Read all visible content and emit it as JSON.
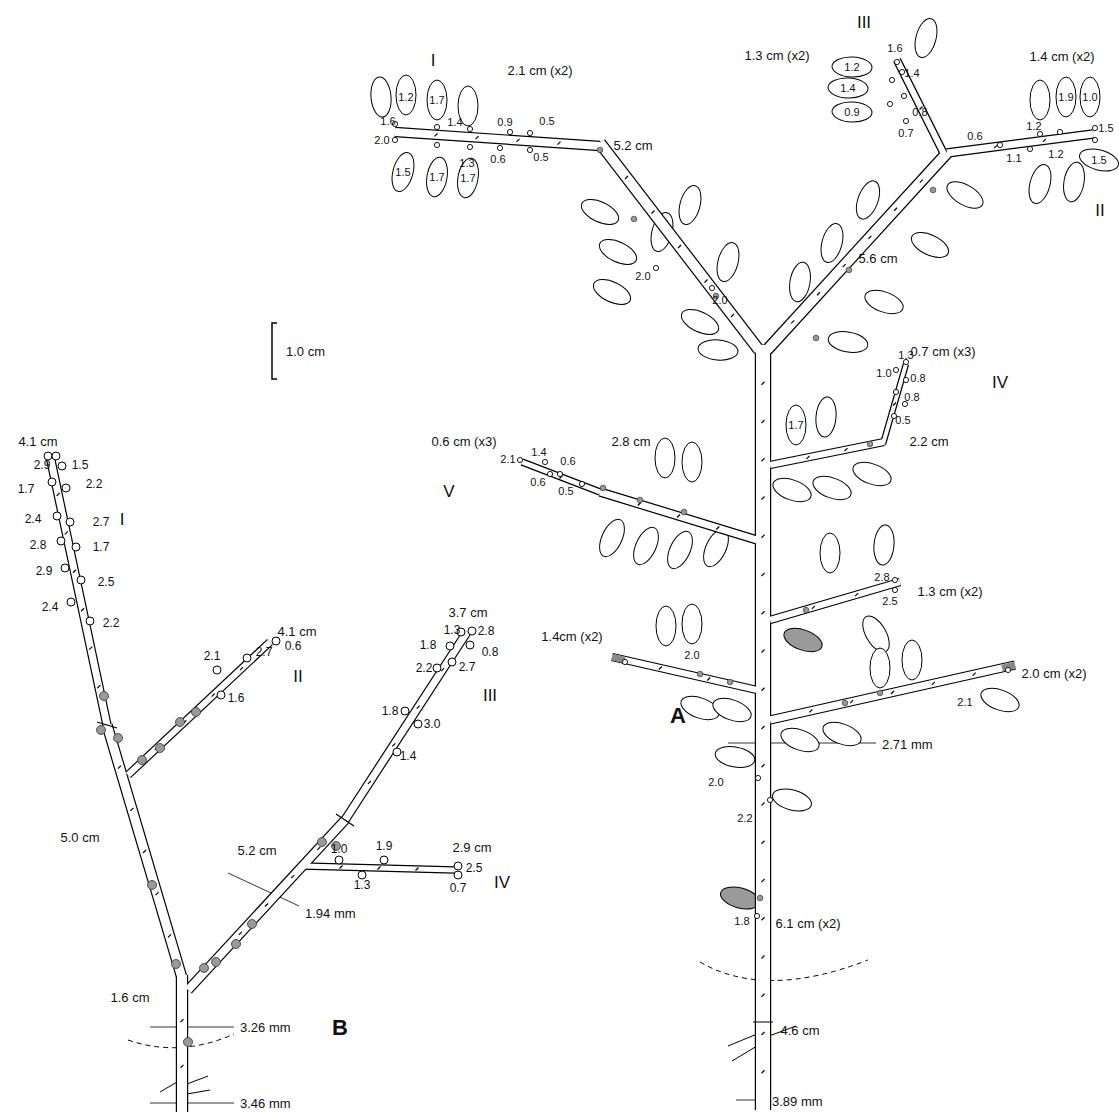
{
  "diagram": {
    "labels": [
      "1.0 cm",
      "I",
      "2.1 cm (x2)",
      "1.2",
      "1.7",
      "1.6",
      "2.0",
      "1.4",
      "0.9",
      "0.5",
      "1.5",
      "1.3",
      "0.6",
      "0.5",
      "1.7",
      "1.7",
      "5.2 cm",
      "2.0",
      "2.0",
      "III",
      "1.3 cm (x2)",
      "1.6",
      "1.2",
      "1.4",
      "1.4",
      "0.8",
      "0.9",
      "0.7",
      "1.4 cm (x2)",
      "1.9",
      "1.0",
      "0.6",
      "1.2",
      "1.5",
      "1.1",
      "1.2",
      "1.5",
      "II",
      "5.6 cm",
      "0.7 cm (x3)",
      "1.3",
      "1.0",
      "0.8",
      "IV",
      "0.8",
      "0.5",
      "1.7",
      "2.2 cm",
      "0.6 cm (x3)",
      "2.8 cm",
      "2.1",
      "1.4",
      "0.6",
      "0.6",
      "0.5",
      "V",
      "2.8",
      "1.3 cm (x2)",
      "2.5",
      "1.4cm (x2)",
      "2.0 cm (x2)",
      "2.0",
      "2.1",
      "A",
      "2.71 mm",
      "2.0",
      "2.2",
      "1.8",
      "6.1 cm (x2)",
      "4.6 cm",
      "3.89 mm",
      "4.1 cm",
      "2.9",
      "1.5",
      "1.7",
      "2.2",
      "2.4",
      "2.7",
      "I",
      "2.8",
      "1.7",
      "2.9",
      "2.5",
      "2.4",
      "2.2",
      "4.1 cm",
      "0.6",
      "2.1",
      "2.7",
      "II",
      "1.6",
      "3.7 cm",
      "1.3",
      "2.8",
      "1.8",
      "0.8",
      "2.2",
      "2.7",
      "III",
      "1.8",
      "3.0",
      "1.4",
      "5.0 cm",
      "5.2 cm",
      "1.9",
      "1.0",
      "2.9 cm",
      "1.3",
      "2.5",
      "IV",
      "0.7",
      "1.94 mm",
      "1.6 cm",
      "3.26 mm",
      "B",
      "3.46 mm"
    ]
  }
}
